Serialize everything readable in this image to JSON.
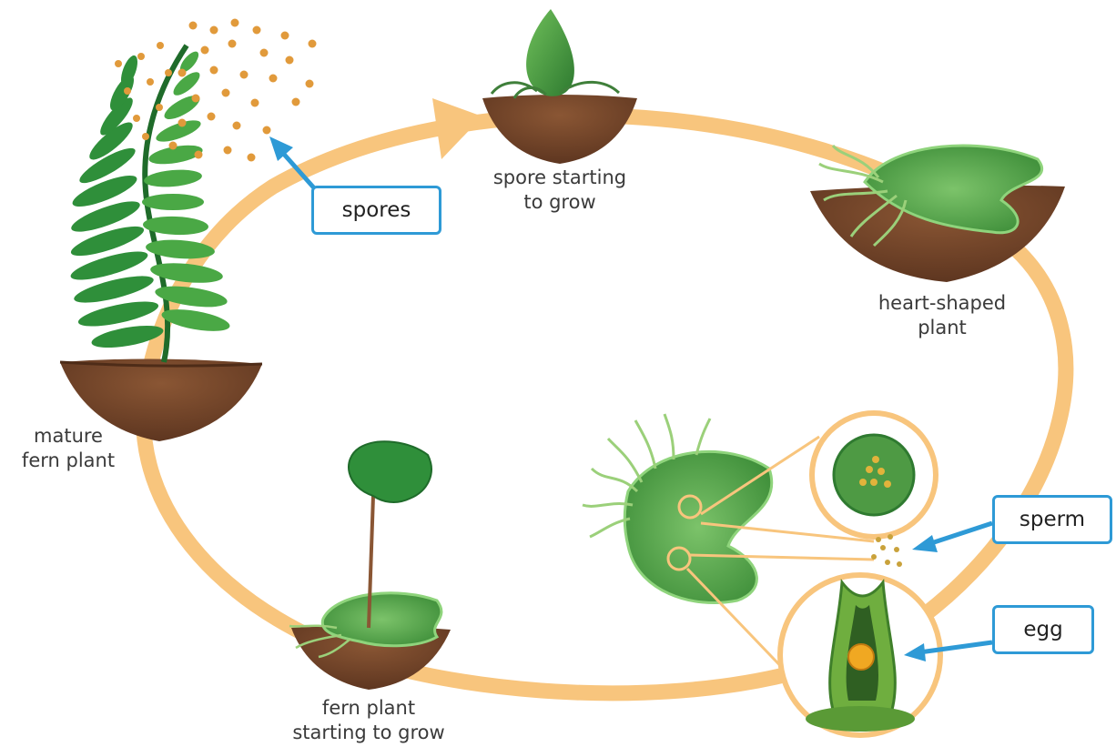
{
  "stages": {
    "spore_starting": {
      "line1": "spore starting",
      "line2": "to grow"
    },
    "heart_shaped": {
      "line1": "heart-shaped",
      "line2": "plant"
    },
    "mature_fern": {
      "line1": "mature",
      "line2": "fern plant"
    },
    "fern_starting": {
      "line1": "fern plant",
      "line2": "starting to grow"
    }
  },
  "callouts": {
    "spores": "spores",
    "sperm": "sperm",
    "egg": "egg"
  },
  "colors": {
    "cycle_arrow": "#f8c57d",
    "callout_border": "#2e9ad6",
    "soil": "#7a4a2b",
    "spore": "#e19a3b",
    "leaf": "#2f8f3a"
  }
}
